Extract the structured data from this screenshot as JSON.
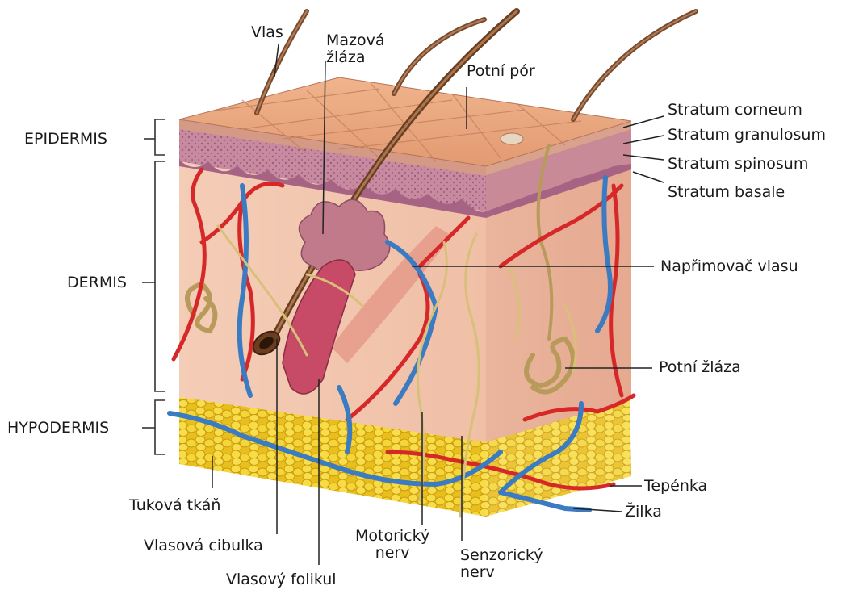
{
  "labels": {
    "vlas": "Vlas",
    "mazova": "Mazová\nžláza",
    "potni_por": "Potní pór",
    "stratum_corneum": "Stratum corneum",
    "stratum_granulosum": "Stratum granulosum",
    "stratum_spinosum": "Stratum spinosum",
    "stratum_basale": "Stratum basale",
    "epidermis": "EPIDERMIS",
    "dermis": "DERMIS",
    "hypodermis": "HYPODERMIS",
    "naprimovac": "Napřimovač vlasu",
    "potni_zlaza": "Potní žláza",
    "tepenka": "Tepénka",
    "zilka": "Žilka",
    "tukova": "Tuková tkáň",
    "vlasova_cibulka": "Vlasová cibulka",
    "vlasovy_folikul": "Vlasový folikul",
    "motoricky": "Motorický\nnerv",
    "senzoricky": "Senzorický\nnerv"
  },
  "colors": {
    "epidermis_top": "#e8a880",
    "epidermis_side": "#c98a86",
    "dermis": "#f2c7b0",
    "fat": "#f2d02e",
    "artery": "#d82a2a",
    "vein": "#3e7fc4",
    "nerve": "#d9c98a",
    "hair": "#7a4a2c",
    "label_line": "#222222"
  }
}
